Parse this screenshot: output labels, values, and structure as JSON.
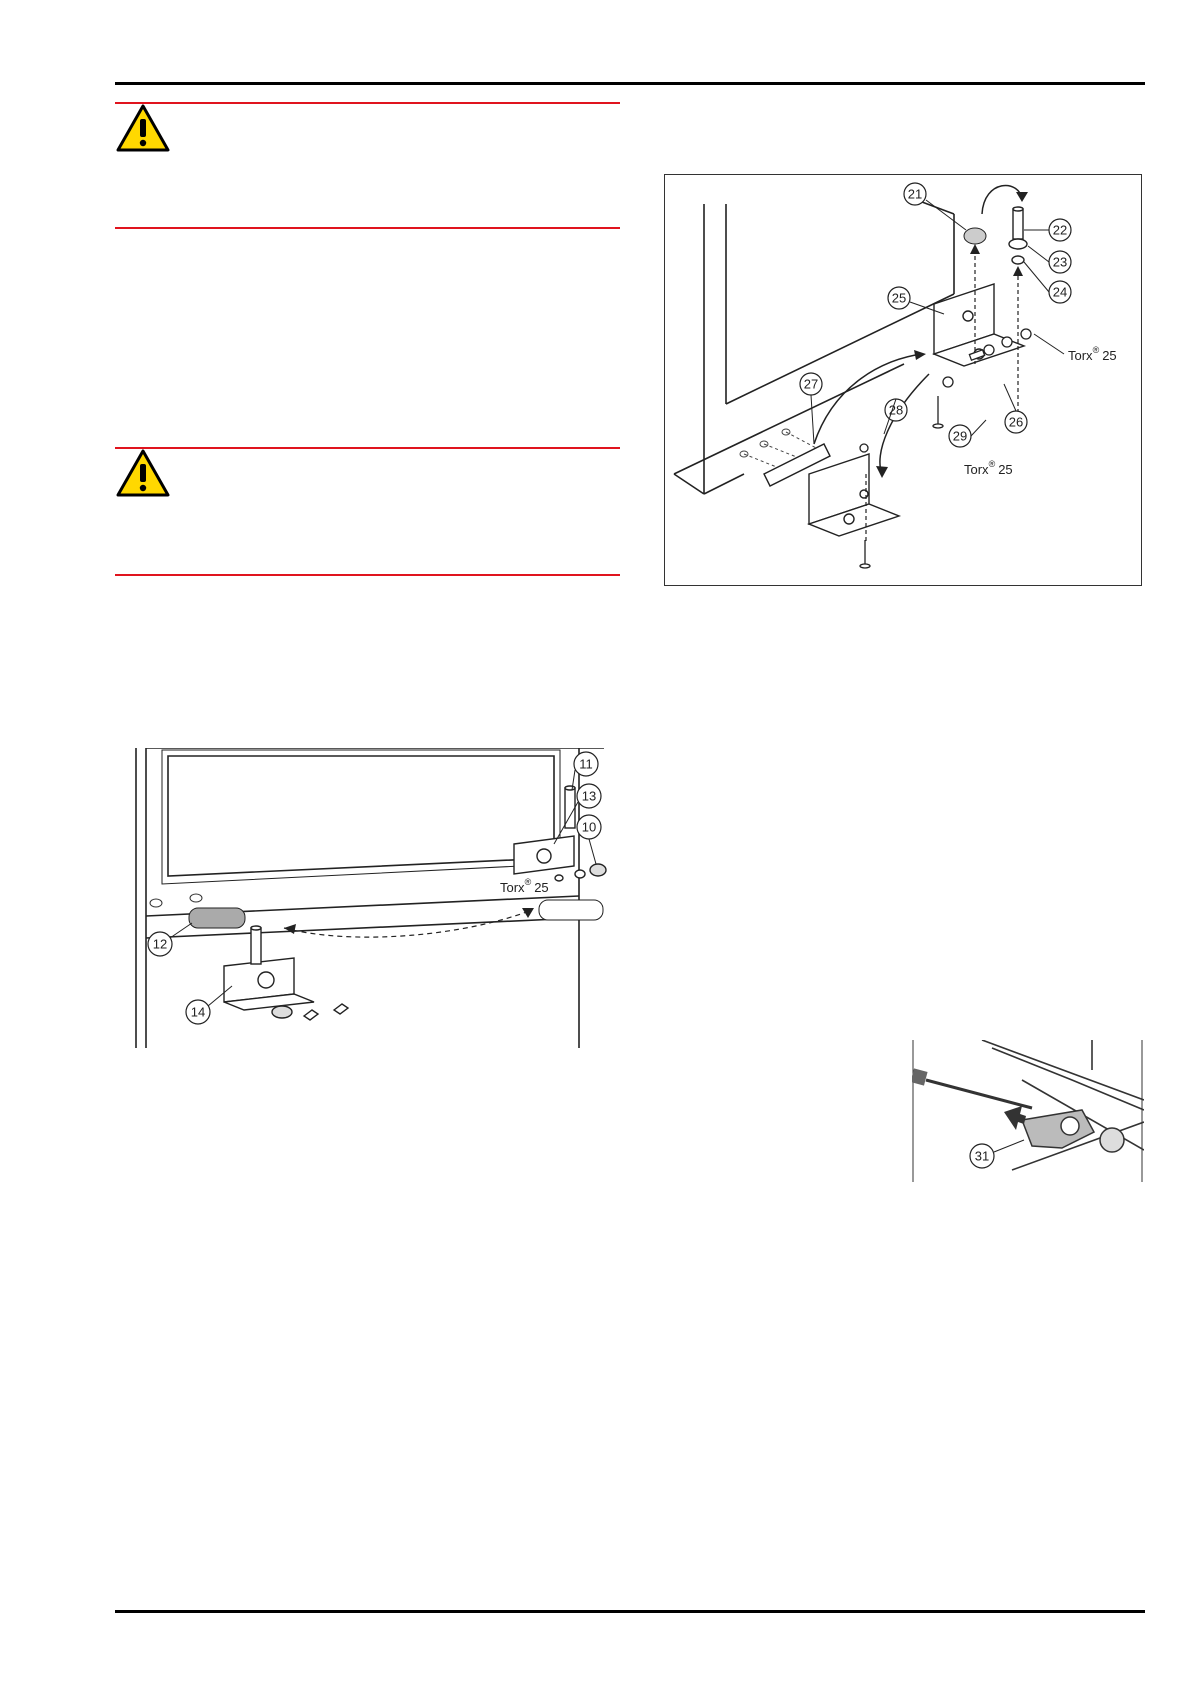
{
  "figure_top_right": {
    "callouts": [
      "21",
      "22",
      "23",
      "24",
      "25",
      "26",
      "27",
      "28",
      "29"
    ],
    "torx_upper": {
      "prefix": "Torx",
      "reg": "®",
      "size": "25"
    },
    "torx_lower": {
      "prefix": "Torx",
      "reg": "®",
      "size": "25"
    }
  },
  "figure_left": {
    "callouts": [
      "10",
      "11",
      "12",
      "13",
      "14"
    ],
    "torx": {
      "prefix": "Torx",
      "reg": "®",
      "size": "25"
    }
  },
  "figure_bottom_right": {
    "callouts": [
      "31"
    ]
  },
  "colors": {
    "warning_rule": "#e0141e",
    "warning_fill": "#ffd800",
    "rule": "#000000"
  },
  "icons": [
    "warning-triangle-icon",
    "warning-triangle-icon"
  ]
}
